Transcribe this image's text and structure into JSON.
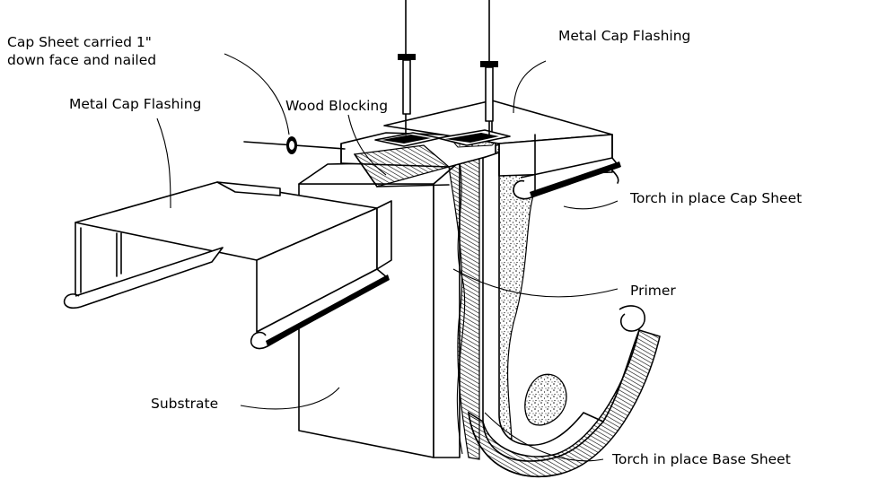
{
  "labels": {
    "cap_sheet_line1": "Cap Sheet carried 1\"",
    "cap_sheet_line2": "down face and nailed",
    "metal_cap_flashing_left": "Metal Cap Flashing",
    "wood_blocking": "Wood Blocking",
    "metal_cap_flashing_right": "Metal Cap Flashing",
    "torch_cap_sheet": "Torch in place Cap Sheet",
    "primer": "Primer",
    "substrate": "Substrate",
    "torch_base_sheet": "Torch in place Base Sheet"
  }
}
